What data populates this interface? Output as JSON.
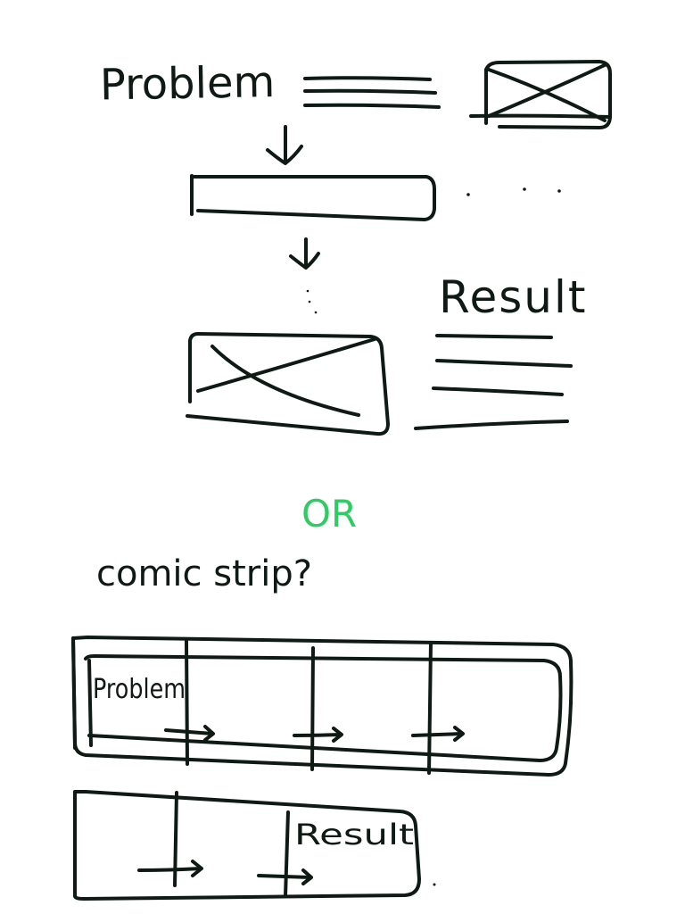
{
  "colors": {
    "ink": "#0f1a14",
    "accent": "#2ecc63",
    "background": "#ffffff"
  },
  "labels": {
    "problem": "Problem",
    "result": "Result",
    "or": "OR",
    "comic_strip": "comic strip?",
    "strip_problem": "Problem",
    "strip_result": "Result"
  }
}
